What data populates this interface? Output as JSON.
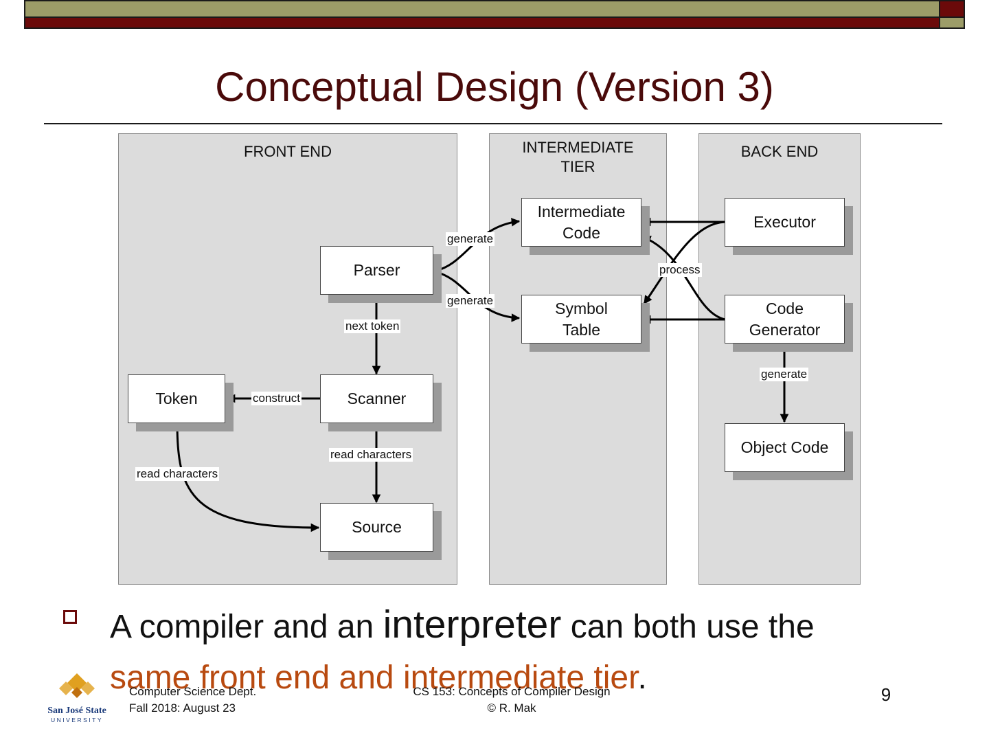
{
  "slide": {
    "title": "Conceptual Design (Version 3)",
    "page_number": "9"
  },
  "diagram": {
    "tiers": {
      "front": "FRONT END",
      "intermediate_line1": "INTERMEDIATE",
      "intermediate_line2": "TIER",
      "back": "BACK END"
    },
    "boxes": {
      "parser": "Parser",
      "scanner": "Scanner",
      "token": "Token",
      "source": "Source",
      "intermediate_code_line1": "Intermediate",
      "intermediate_code_line2": "Code",
      "symbol_table_line1": "Symbol",
      "symbol_table_line2": "Table",
      "executor": "Executor",
      "code_generator_line1": "Code",
      "code_generator_line2": "Generator",
      "object_code": "Object Code"
    },
    "edges": {
      "generate_ic": "generate",
      "generate_st": "generate",
      "next_token": "next token",
      "construct": "construct",
      "read_chars_scanner": "read characters",
      "read_chars_token": "read characters",
      "process": "process",
      "generate_oc": "generate"
    }
  },
  "bullet": {
    "part1": "A compiler and an ",
    "part2": "interpreter",
    "part3": " can both use the",
    "part4": "same front end and intermediate tier",
    "part5": "."
  },
  "footer": {
    "dept": "Computer Science Dept.",
    "date": "Fall 2018: August 23",
    "course": "CS 153: Concepts of Compiler Design",
    "author": "© R. Mak",
    "logo_line1": "San José State",
    "logo_line2": "UNIVERSITY"
  },
  "colors": {
    "title": "#4a0a0a",
    "accent_red": "#6b0a0a",
    "accent_olive": "#9c9c68",
    "highlight_orange": "#b84a10"
  }
}
